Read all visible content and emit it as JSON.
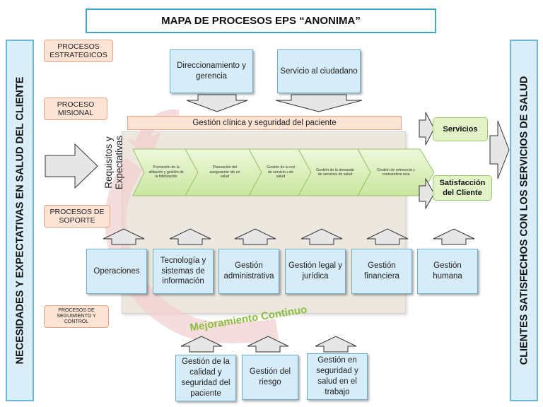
{
  "title": "MAPA DE PROCESOS EPS “ANONIMA”",
  "left_bar": "NECESIDADES Y EXPECTATIVAS EN SALUD DEL CLIENTE",
  "right_bar": "CLIENTES SATISFECHOS CON LOS SERVICIOS DE SALUD",
  "sections": {
    "estrategicos": "PROCESOS ESTRATEGICOS",
    "misional": "PROCESO MISIONAL",
    "soporte": "PROCESOS DE SOPORTE",
    "seguimiento": "PROCESOS DE SEGUIMIENTO Y CONTROL"
  },
  "strategic": [
    "Direccionamiento y gerencia",
    "Servicio al ciudadano"
  ],
  "mission_bar": "Gestión clínica y seguridad del paciente",
  "requisitos": "Requisitos y Expectativas",
  "chevrons": [
    "Promoción de la afiliación y gestión de la fidelización",
    "Planeación del aseguramie nto en salud",
    "Gestión de la red de servicio s de salud",
    "Gestión de la demanda de servicios de salud",
    "Gestión de referencia y contrarefere ncia"
  ],
  "outputs": [
    "Servicios",
    "Satisfacción del Cliente"
  ],
  "support": [
    "Operaciones",
    "Tecnología y sistemas de información",
    "Gestión administrativa",
    "Gestión legal y jurídica",
    "Gestión financiera",
    "Gestión humana"
  ],
  "control": [
    "Gestión de la calidad y seguridad del paciente",
    "Gestión del riesgo",
    "Gestión en seguridad y salud en el trabajo"
  ],
  "mejoramiento": "Mejoramiento Continuo",
  "colors": {
    "title_border": "#41a6c8",
    "blue_box": "#d6ecf8",
    "green_box": "#e3f3c7",
    "orange_label": "#fde3d3",
    "arrow_gray": "#e6e6e6"
  }
}
